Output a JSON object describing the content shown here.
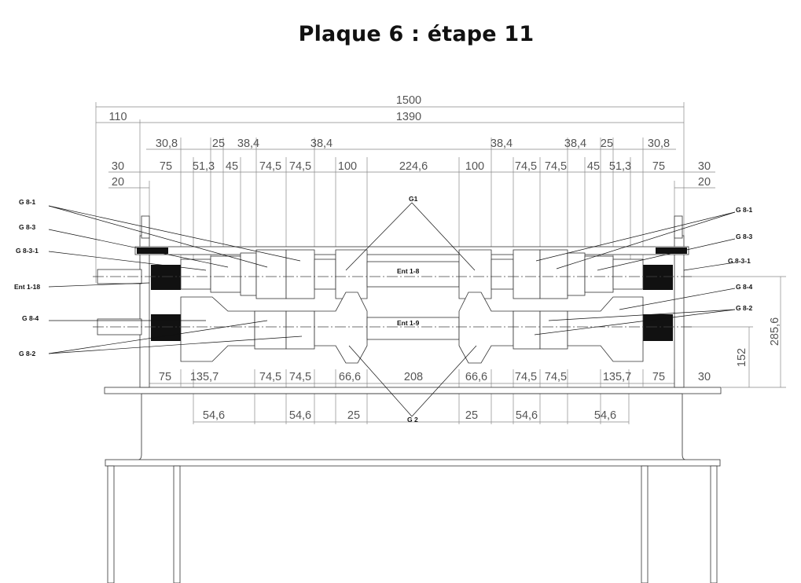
{
  "title": "Plaque 6 : étape 11",
  "dimensions": {
    "overall": [
      "1500",
      "1390",
      "110"
    ],
    "top_row_1": [
      "30,8",
      "25",
      "38,4",
      "38,4",
      "38,4",
      "38,4",
      "25",
      "30,8"
    ],
    "top_row_2": [
      "30",
      "75",
      "51,3",
      "45",
      "74,5",
      "74,5",
      "100",
      "224,6",
      "100",
      "74,5",
      "74,5",
      "45",
      "51,3",
      "75",
      "30"
    ],
    "top_row_3": [
      "20",
      "20"
    ],
    "bottom_row_1": [
      "75",
      "135,7",
      "74,5",
      "74,5",
      "66,6",
      "208",
      "66,6",
      "74,5",
      "74,5",
      "135,7",
      "75",
      "30"
    ],
    "bottom_row_2": [
      "54,6",
      "54,6",
      "25",
      "25",
      "54,6",
      "54,6"
    ],
    "vertical": [
      "285,6",
      "152"
    ]
  },
  "labels": {
    "left": [
      "G 8-1",
      "G 8-3",
      "G 8-3-1",
      "Ent 1-18",
      "G 8-4",
      "G 8-2"
    ],
    "right": [
      "G 8-1",
      "G 8-3",
      "G 8-3-1",
      "G 8-4",
      "G 8-2"
    ],
    "center": [
      "G1",
      "Ent 1-8",
      "Ent 1-9",
      "G 2"
    ]
  }
}
